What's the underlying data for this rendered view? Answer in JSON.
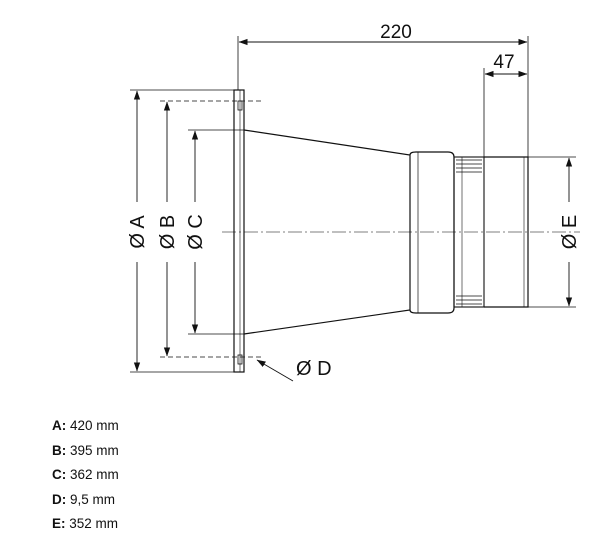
{
  "diagram": {
    "dimensions": {
      "overall_length": "220",
      "end_length": "47",
      "dia_a": "Ø A",
      "dia_b": "Ø B",
      "dia_c": "Ø C",
      "dia_d": "Ø D",
      "dia_e": "Ø E"
    }
  },
  "legend": [
    {
      "key": "A:",
      "value": "420 mm"
    },
    {
      "key": "B:",
      "value": "395 mm"
    },
    {
      "key": "C:",
      "value": "362 mm"
    },
    {
      "key": "D:",
      "value": "9,5 mm"
    },
    {
      "key": "E:",
      "value": "352 mm"
    }
  ]
}
